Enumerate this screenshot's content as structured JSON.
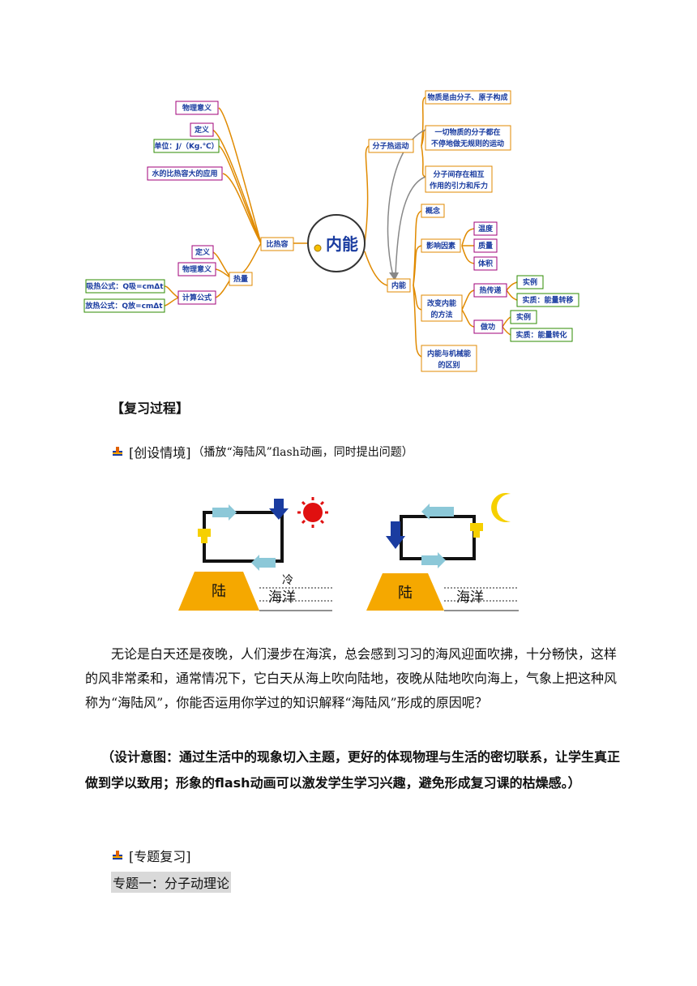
{
  "mindmap": {
    "center": "内能",
    "left": {
      "bireron": "比热容",
      "items": [
        "物理意义",
        "定义",
        "单位：J/（Kg.℃）",
        "水的比热容大的应用"
      ],
      "reliang": "热量",
      "reliang_items": [
        "定义",
        "物理意义",
        "计算公式"
      ],
      "formulas": [
        "吸热公式：Q吸=cmΔt",
        "放热公式：Q放=cmΔt"
      ]
    },
    "right": {
      "fenzi": "分子热运动",
      "fenzi_items": [
        "物质是由分子、原子构成",
        "一切物质的分子都在",
        "不停地做无规则的运动",
        "分子间存在相互",
        "作用的引力和斥力"
      ],
      "neineng": "内能",
      "gainian": "概念",
      "yingxiang": "影响因素",
      "yingxiang_items": [
        "温度",
        "质量",
        "体积"
      ],
      "gaibian": [
        "改变内能",
        "的方法"
      ],
      "rechuandi": "热传递",
      "zuogong": "做功",
      "shili": "实例",
      "shizhi1": "实质：能量转移",
      "shizhi2": "实质：能量转化",
      "qubie": [
        "内能与机械能",
        "的区别"
      ]
    }
  },
  "review_heading": "【复习过程】",
  "scenario": {
    "label": "[创设情境]",
    "note": "（播放“海陆风”flash动画，同时提出问题）"
  },
  "figure": {
    "land": "陆",
    "sea": "海洋",
    "cold": "冷"
  },
  "paragraph1": "无论是白天还是夜晚，人们漫步在海滨，总会感到习习的海风迎面吹拂，十分畅快，这样的风非常柔和，通常情况下，它白天从海上吹向陆地，夜晚从陆地吹向海上，气象上把这种风称为“海陆风”，你能否运用你学过的知识解释“海陆风”形成的原因呢？",
  "design_intent": "（设计意图：通过生活中的现象切入主题，更好的体现物理与生活的密切联系，让学生真正做到学以致用；形象的flash动画可以激发学生学习兴趣，避免形成复习课的枯燥感。）",
  "special_review": "[专题复习]",
  "topic1": "专题一：分子动理论",
  "colors": {
    "orange": "#e08a00",
    "purple": "#a0007a",
    "green": "#2e8b00",
    "blue": "#1a3ca0",
    "sea_blue": "#8cc8d8",
    "land": "#f5a800"
  }
}
